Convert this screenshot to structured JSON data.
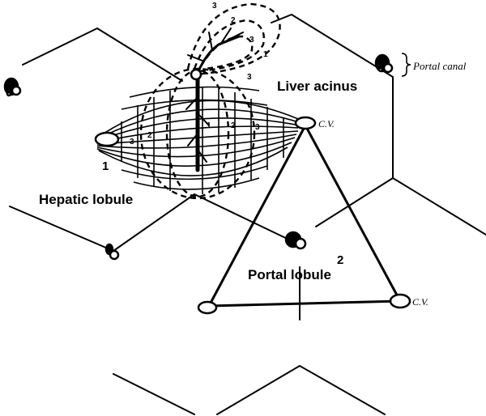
{
  "labels": {
    "liver_acinus": "Liver acinus",
    "hepatic_lobule": "Hepatic lobule",
    "portal_lobule": "Portal lobule",
    "portal_canal": "Portal canal",
    "central_vein_right": "C.V.",
    "central_vein_bottom": "C.V.",
    "number_1": "1",
    "number_2": "2"
  },
  "zone_numbers": [
    "1",
    "2",
    "3"
  ],
  "colors": {
    "ink": "#000000",
    "paper": "#ffffff"
  }
}
